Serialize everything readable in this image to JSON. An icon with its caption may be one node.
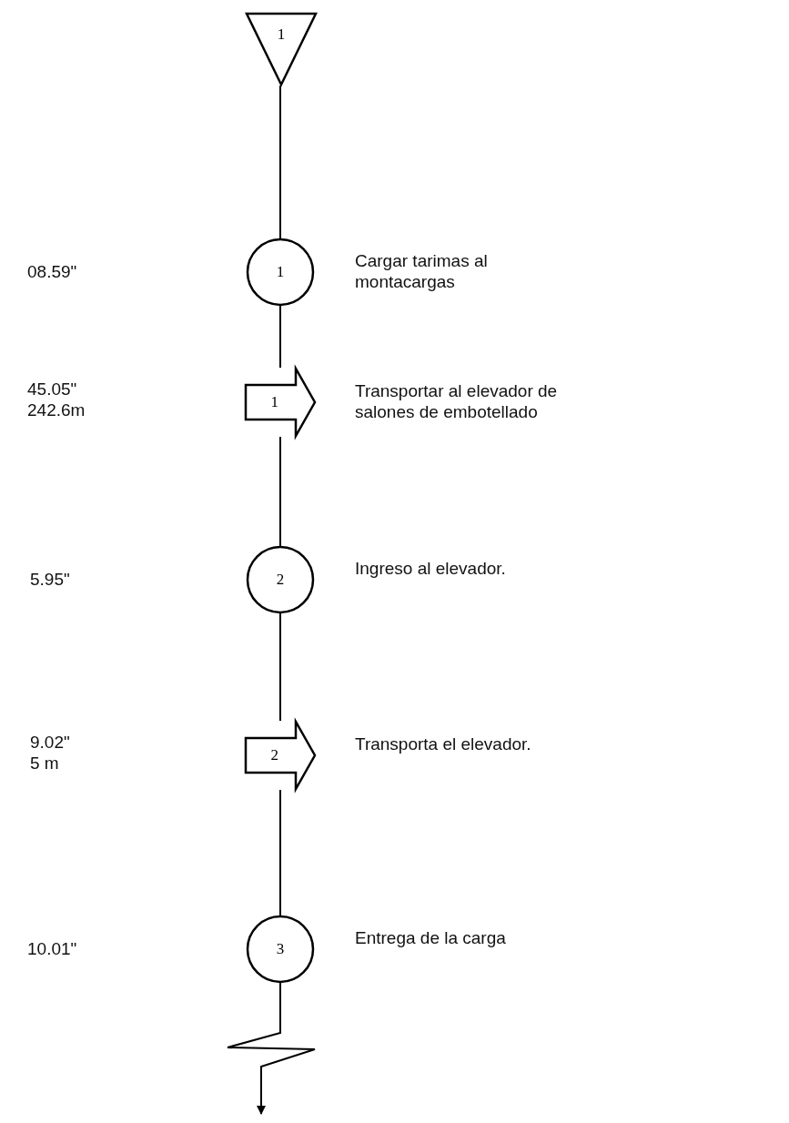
{
  "diagram": {
    "nodes": [
      {
        "text": [
          "1"
        ]
      },
      {
        "text": [
          "1"
        ],
        "beside": [
          "Cargar tarimas al montacargas"
        ]
      },
      {
        "text": [
          "1"
        ],
        "beside": [
          "Transportar al elevador de salones de embotellado"
        ]
      },
      {
        "text": [
          "2"
        ],
        "beside": [
          "Ingreso al elevador."
        ]
      },
      {
        "text": [
          "2"
        ],
        "beside": [
          "Transporta el elevador."
        ]
      },
      {
        "text": [
          "3"
        ],
        "beside": [
          "Entrega de la carga"
        ]
      }
    ],
    "edges": [
      {
        "from": 0,
        "to": 1,
        "arrow": "none"
      },
      {
        "from": 1,
        "to": 2,
        "arrow": "none"
      },
      {
        "from": 2,
        "to": 3,
        "arrow": "none"
      },
      {
        "from": 3,
        "to": 4,
        "arrow": "none"
      },
      {
        "from": 4,
        "to": 5,
        "arrow": "none"
      },
      {
        "from": 5,
        "to": null,
        "arrow": "to"
      }
    ],
    "labels": [
      "08.59\"",
      "45.05\" 242.6m",
      "5.95\"",
      "9.02\" 5 m",
      "10.01\""
    ]
  }
}
